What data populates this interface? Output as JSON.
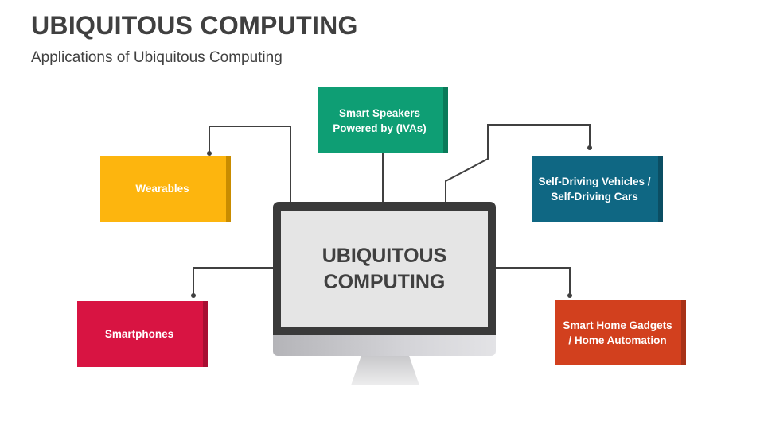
{
  "header": {
    "title": "UBIQUITOUS COMPUTING",
    "subtitle": "Applications of Ubiquitous Computing"
  },
  "center": {
    "line1": "UBIQUITOUS",
    "line2": "COMPUTING"
  },
  "boxes": [
    {
      "label": "Smart Speakers Powered by (IVAs)",
      "color": "#0e9e74",
      "strip": "#0a7a59"
    },
    {
      "label": "Wearables",
      "color": "#fdb50e",
      "strip": "#c98c00"
    },
    {
      "label": "Self-Driving Vehicles / Self-Driving Cars",
      "color": "#0f6783",
      "strip": "#0b4e63"
    },
    {
      "label": "Smartphones",
      "color": "#d81442",
      "strip": "#a80f33"
    },
    {
      "label": "Smart Home Gadgets / Home Automation",
      "color": "#d2401e",
      "strip": "#a83217"
    }
  ]
}
